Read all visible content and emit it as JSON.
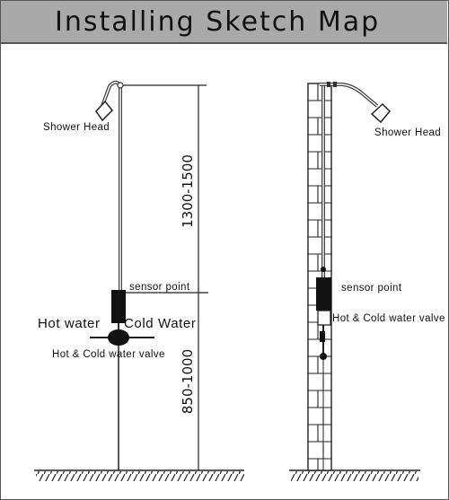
{
  "title": "Installing Sketch Map",
  "left_view": {
    "shower_head_label": "Shower Head",
    "sensor_point_label": "sensor point",
    "hot_water_label": "Hot water",
    "cold_water_label": "Cold Water",
    "valve_label": "Hot & Cold water valve",
    "dim_upper": "1300-1500",
    "dim_lower": "850-1000"
  },
  "right_view": {
    "shower_head_label": "Shower Head",
    "sensor_point_label": "sensor point",
    "valve_label": "Hot & Cold water valve"
  }
}
